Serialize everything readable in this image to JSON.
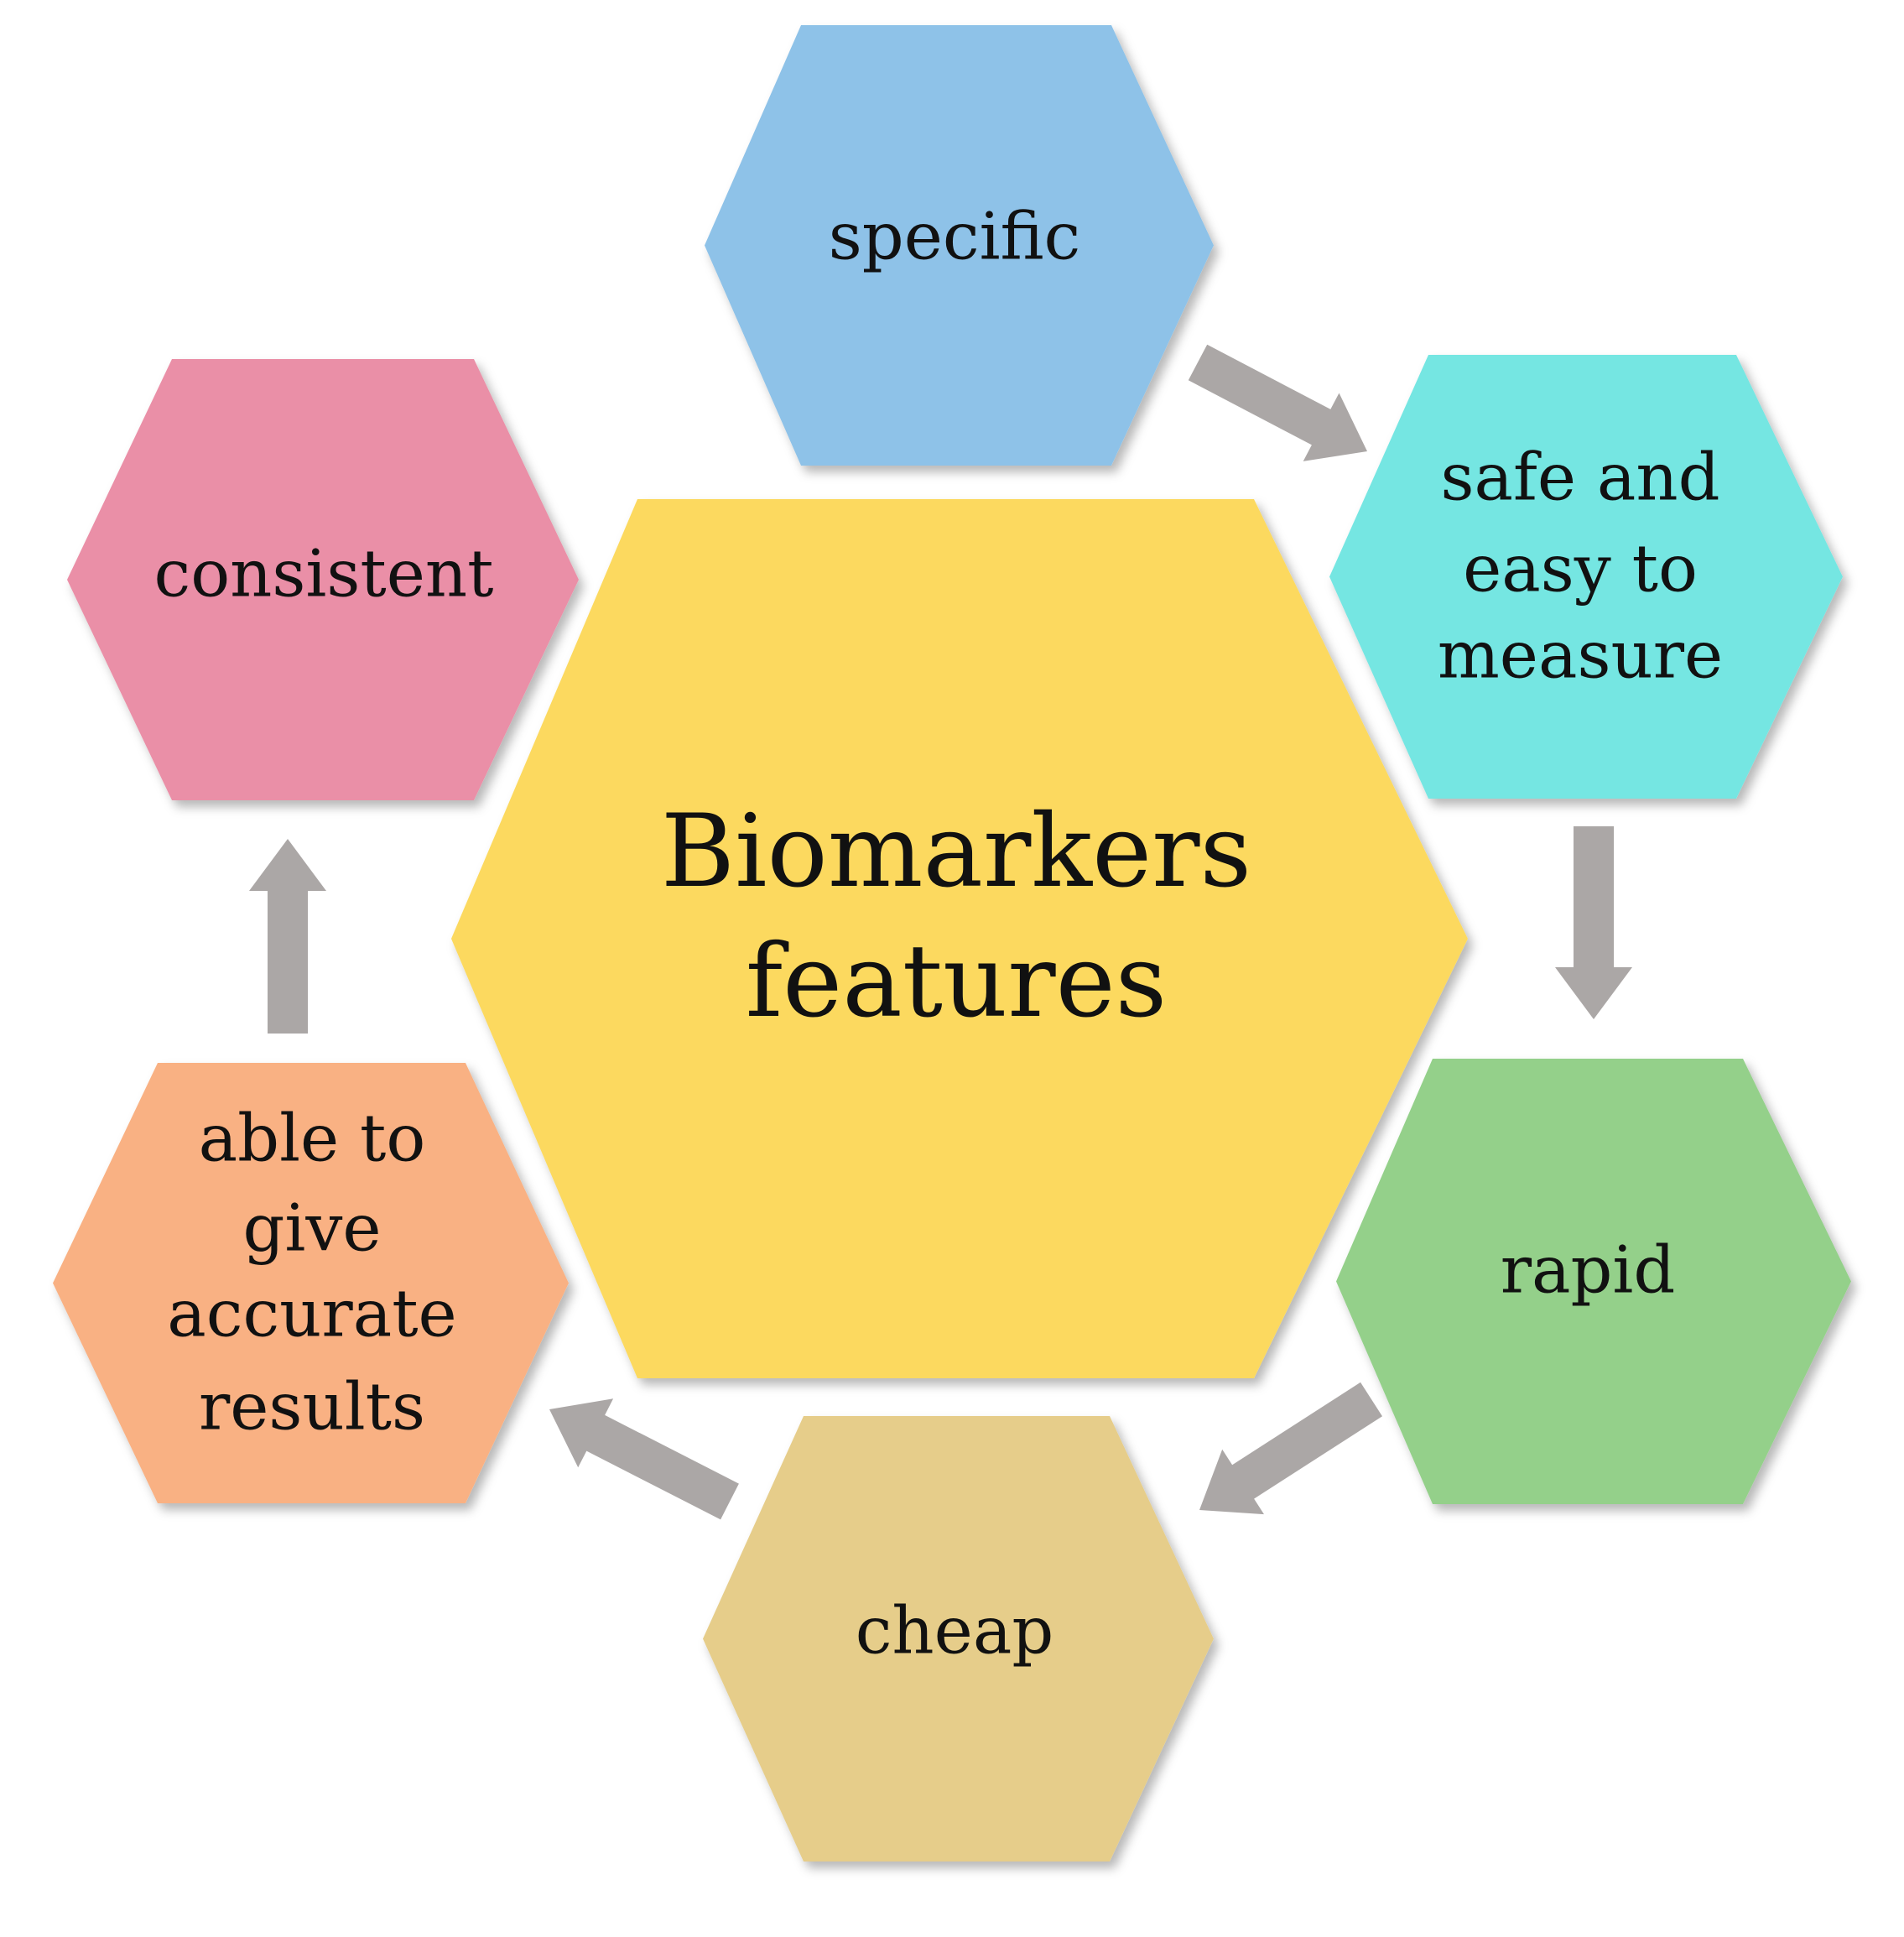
{
  "center": {
    "lines": [
      "Biomarkers",
      "features"
    ],
    "color": "#FCD95E"
  },
  "features": [
    {
      "id": "specific",
      "lines": [
        "specific"
      ],
      "color": "#8EC2E8"
    },
    {
      "id": "safe",
      "lines": [
        "safe and",
        "easy to",
        "measure"
      ],
      "color": "#74E6E2"
    },
    {
      "id": "rapid",
      "lines": [
        "rapid"
      ],
      "color": "#94D08A"
    },
    {
      "id": "cheap",
      "lines": [
        "cheap"
      ],
      "color": "#E6CD8A"
    },
    {
      "id": "accurate",
      "lines": [
        "able to",
        "give",
        "accurate",
        "results"
      ],
      "color": "#F9B183"
    },
    {
      "id": "consistent",
      "lines": [
        "consistent"
      ],
      "color": "#EA8FA7"
    }
  ],
  "arrow_color": "#ABA7A6",
  "flow": [
    "specific",
    "safe",
    "rapid",
    "cheap",
    "accurate",
    "consistent"
  ]
}
